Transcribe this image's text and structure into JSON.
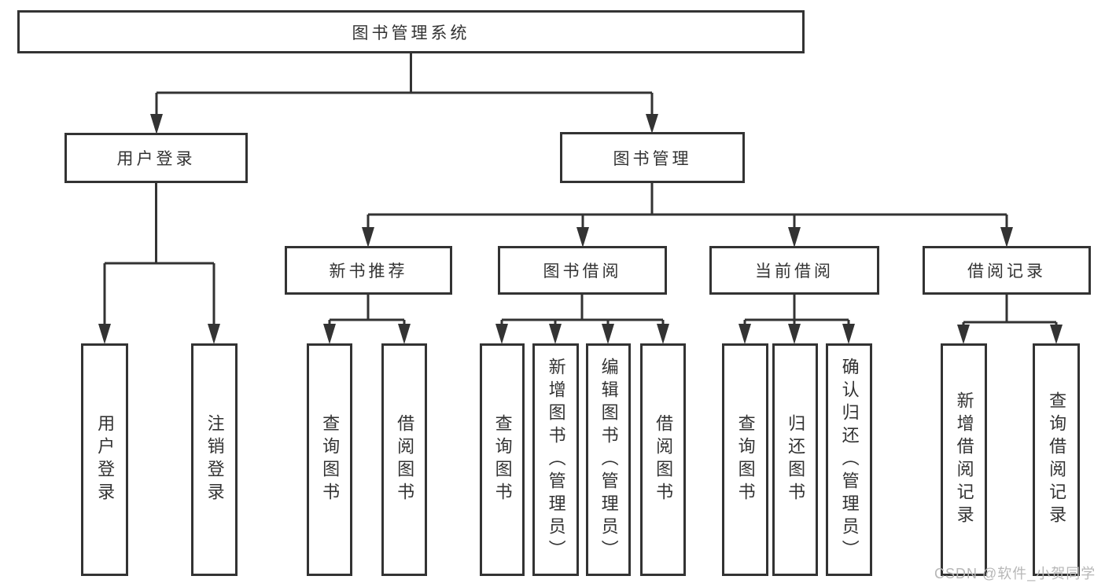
{
  "root": {
    "label": "图书管理系统"
  },
  "branches": [
    {
      "label": "用户登录",
      "children": [
        {
          "label": "用户登录"
        },
        {
          "label": "注销登录"
        }
      ]
    },
    {
      "label": "图书管理",
      "children": [
        {
          "label": "新书推荐",
          "children": [
            {
              "label": "查询图书"
            },
            {
              "label": "借阅图书"
            }
          ]
        },
        {
          "label": "图书借阅",
          "children": [
            {
              "label": "查询图书"
            },
            {
              "label": "新增图书（管理员）"
            },
            {
              "label": "编辑图书（管理员）"
            },
            {
              "label": "借阅图书"
            }
          ]
        },
        {
          "label": "当前借阅",
          "children": [
            {
              "label": "查询图书"
            },
            {
              "label": "归还图书"
            },
            {
              "label": "确认归还（管理员）"
            }
          ]
        },
        {
          "label": "借阅记录",
          "children": [
            {
              "label": "新增借阅记录"
            },
            {
              "label": "查询借阅记录"
            }
          ]
        }
      ]
    }
  ],
  "watermark": "CSDN @软件_小贺同学",
  "colors": {
    "line": "#333333",
    "text": "#333333",
    "box_background": "#ffffff",
    "watermark": "#b7b7b7"
  }
}
